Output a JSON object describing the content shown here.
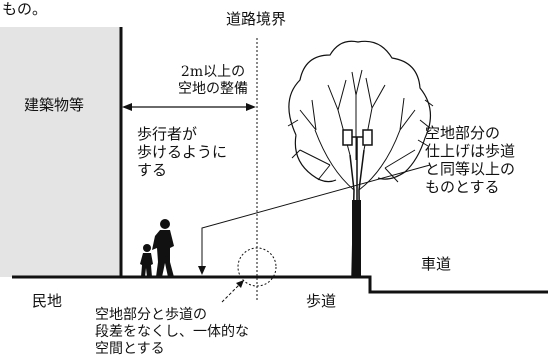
{
  "top_fragment": "もの。",
  "labels": {
    "road_boundary": "道路境界",
    "width_line1": "2m以上の",
    "width_line2": "空地の整備",
    "building": "建築物等",
    "walk_line1": "歩行者が",
    "walk_line2": "歩けるように",
    "walk_line3": "する",
    "finish_line1": "空地部分の",
    "finish_line2": "仕上げは歩道",
    "finish_line3": "と同等以上の",
    "finish_line4": "ものとする",
    "roadway": "車道",
    "private_land": "民地",
    "sidewalk": "歩道",
    "step_line1": "空地部分と歩道の",
    "step_line2": "段差をなくし、一体的な",
    "step_line3": "空間とする"
  },
  "colors": {
    "building_fill": "#e4e4e4",
    "line": "#111111",
    "figure": "#111111"
  }
}
